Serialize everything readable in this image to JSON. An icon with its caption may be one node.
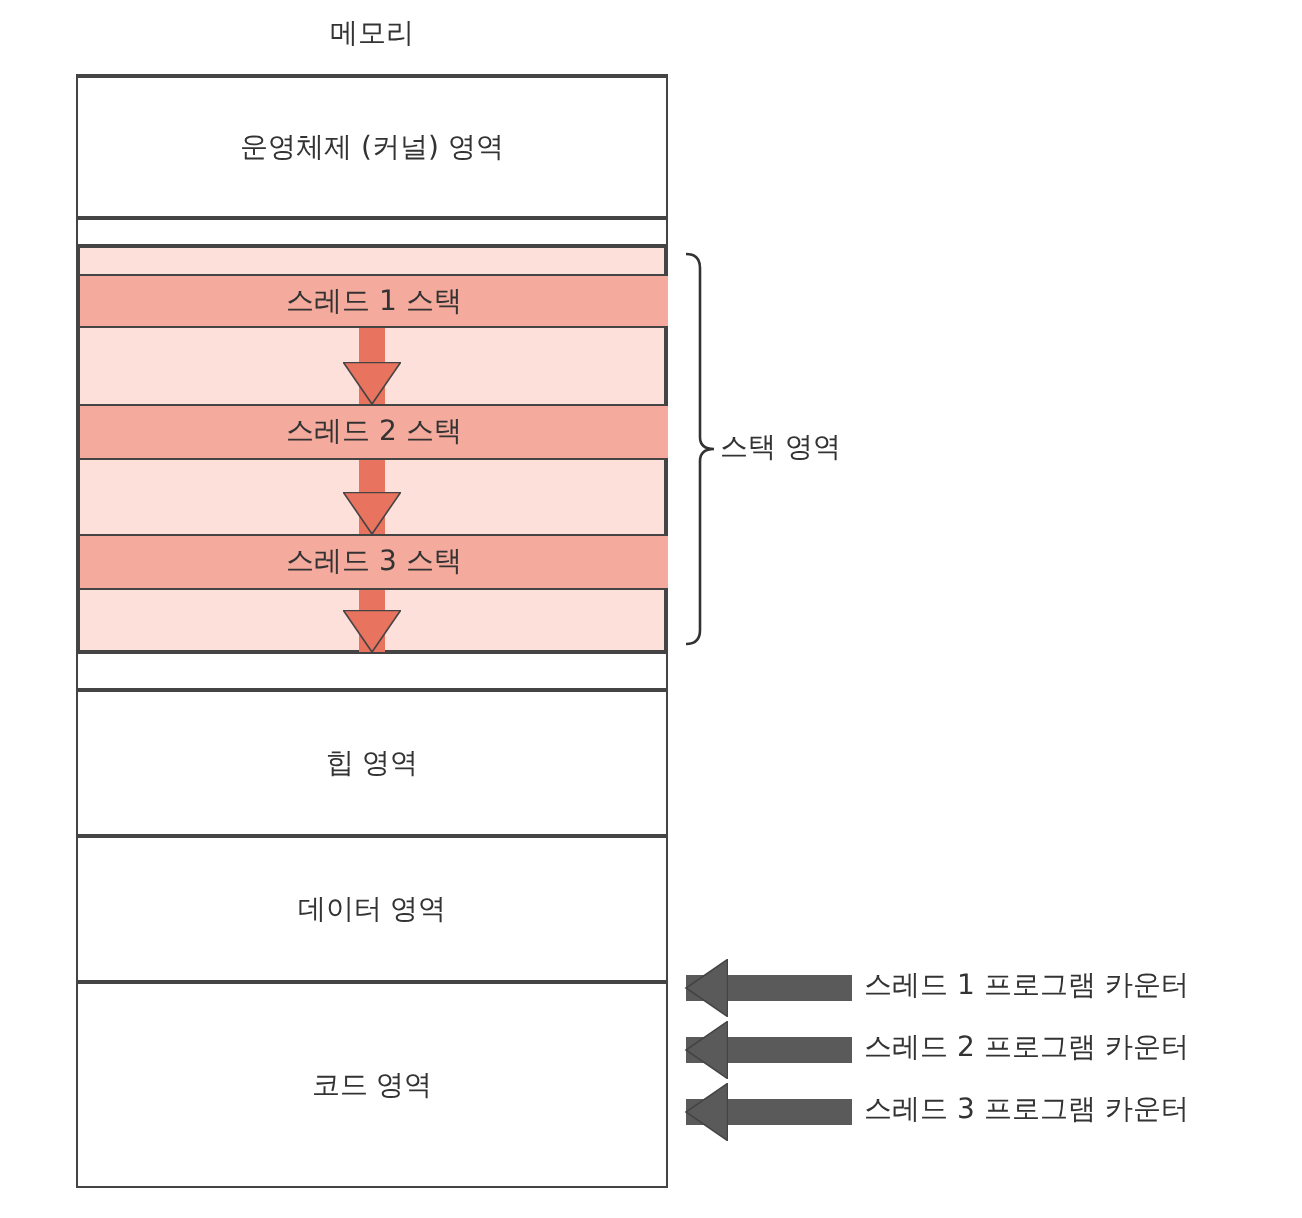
{
  "diagram": {
    "nodes": [
      {
        "text": [
          "메모리"
        ]
      },
      {
        "text": [
          "운영체제 (커널) 영역"
        ],
        "in": 0
      },
      {
        "text": [],
        "shape": "bar",
        "in": 0
      },
      {
        "text": [],
        "shape": "box",
        "in": 0,
        "beside": [
          "스택 영역"
        ]
      },
      {
        "text": [
          "스레드 1 스택"
        ],
        "in": 3
      },
      {
        "text": [
          "스레드 2 스택"
        ],
        "in": 3
      },
      {
        "text": [
          "스레드 3 스택"
        ],
        "in": 3
      },
      {
        "text": [],
        "shape": "bar",
        "in": 0
      },
      {
        "text": [
          "힙 영역"
        ],
        "in": 0
      },
      {
        "text": [
          "데이터 영역"
        ],
        "in": 0
      },
      {
        "text": [
          "코드 영역"
        ],
        "in": 0
      },
      {
        "text": [
          "스레드 1 프로그램 카운터"
        ]
      },
      {
        "text": [
          "스레드 2 프로그램 카운터"
        ]
      },
      {
        "text": [
          "스레드 3 프로그램 카운터"
        ]
      }
    ],
    "edges": [
      {
        "from": 4,
        "to": 5,
        "arrow": "to",
        "color": "#e8735f"
      },
      {
        "from": 5,
        "to": 6,
        "arrow": "to",
        "color": "#e8735f"
      },
      {
        "from": 6,
        "to": 7,
        "arrow": "to",
        "color": "#e8735f"
      },
      {
        "from": 11,
        "to": 10,
        "arrow": "to",
        "color": "#5a5a5a"
      },
      {
        "from": 12,
        "to": 10,
        "arrow": "to",
        "color": "#5a5a5a"
      },
      {
        "from": 13,
        "to": 10,
        "arrow": "to",
        "color": "#5a5a5a"
      }
    ]
  }
}
